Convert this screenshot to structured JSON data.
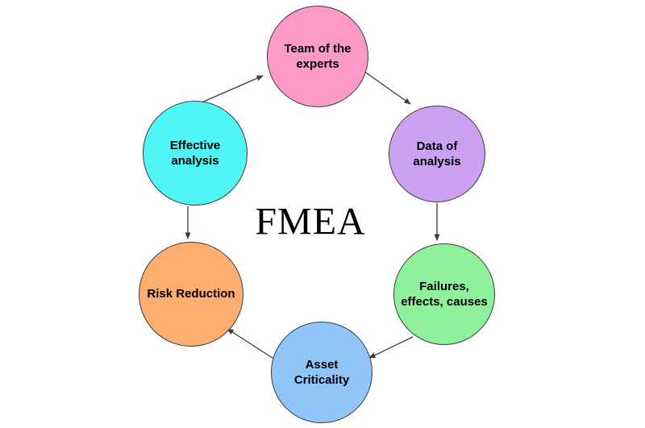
{
  "diagram": {
    "title": "FMEA",
    "type": "cycle-diagram",
    "nodes": [
      {
        "id": "team-of-experts",
        "lines": [
          "Team of the",
          "experts"
        ],
        "color": "#FB9AC7"
      },
      {
        "id": "data-of-analysis",
        "lines": [
          "Data of",
          "analysis"
        ],
        "color": "#CBA2F2"
      },
      {
        "id": "failures-effects-causes",
        "lines": [
          "Failures,",
          "effects, causes"
        ],
        "color": "#90F19C"
      },
      {
        "id": "asset-criticality",
        "lines": [
          "Asset",
          "Criticality"
        ],
        "color": "#92C5F7"
      },
      {
        "id": "risk-reduction",
        "lines": [
          "Risk Reduction"
        ],
        "color": "#FBAE6F"
      },
      {
        "id": "effective-analysis",
        "lines": [
          "Effective",
          "analysis"
        ],
        "color": "#50F6F6"
      }
    ],
    "edges": [
      {
        "from": "effective-analysis",
        "to": "team-of-experts"
      },
      {
        "from": "team-of-experts",
        "to": "data-of-analysis"
      },
      {
        "from": "data-of-analysis",
        "to": "failures-effects-causes"
      },
      {
        "from": "failures-effects-causes",
        "to": "asset-criticality"
      },
      {
        "from": "asset-criticality",
        "to": "risk-reduction"
      },
      {
        "from": "effective-analysis",
        "to": "risk-reduction"
      }
    ],
    "colors": {
      "background": "#ffffff",
      "circle_border": "#3b3b3b",
      "arrow": "#3c3c3c",
      "text": "#000000"
    }
  }
}
